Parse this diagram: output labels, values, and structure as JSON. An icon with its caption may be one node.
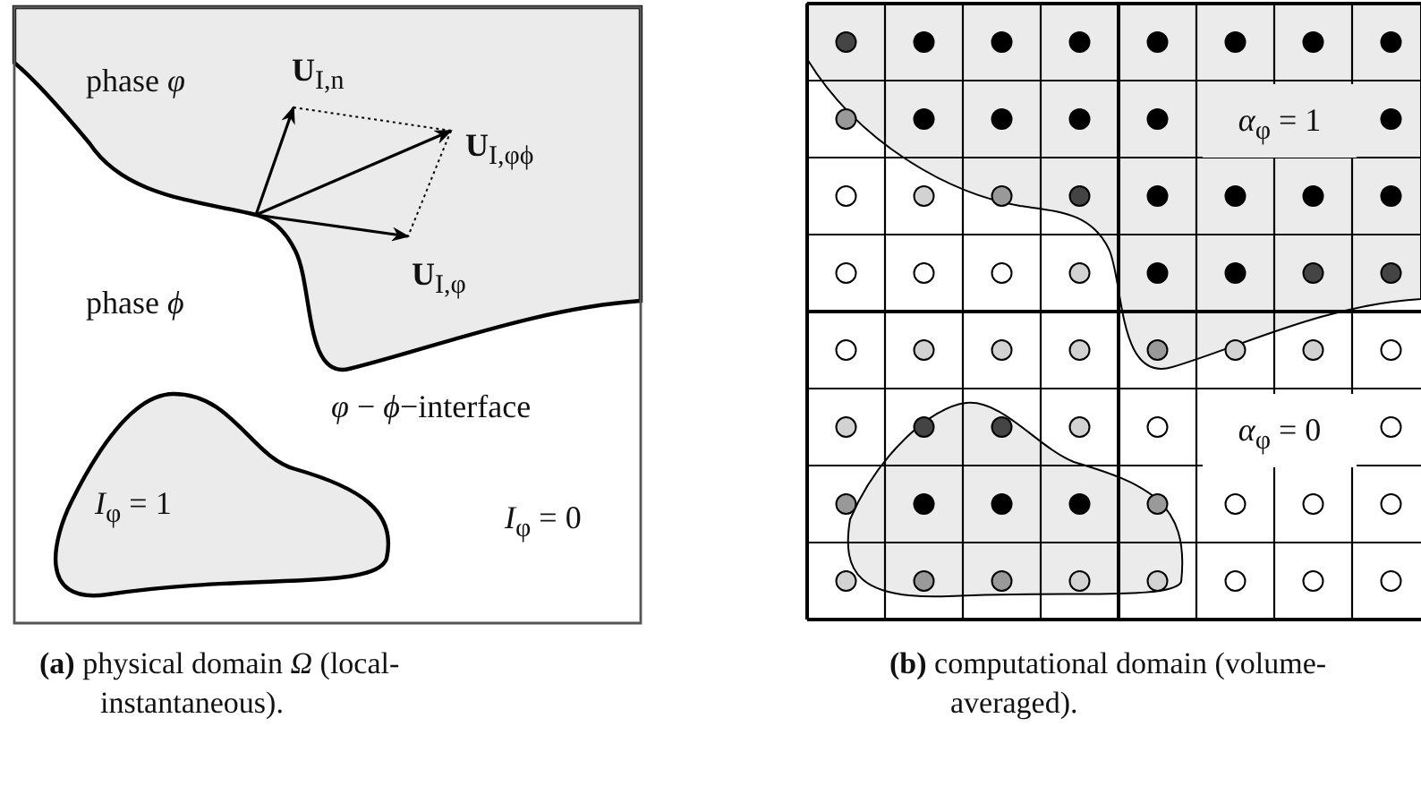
{
  "diagram": {
    "labels": [
      "phase *φ*",
      "**U**$_{I,n}$",
      "**U**$_{I,φϕ}$",
      "**U**$_{I,φ}$",
      "phase *ϕ*",
      "*φ* − *ϕ*−interface",
      "*I*$_{φ}$ = 1",
      "*I*$_{φ}$ = 0",
      "*α*$_{φ}$ = 1",
      "*α*$_{φ}$ = 0",
      "**(a)** physical domain *Ω* (local-instantaneous).",
      "**(b)** computational domain (volume-averaged)."
    ]
  }
}
